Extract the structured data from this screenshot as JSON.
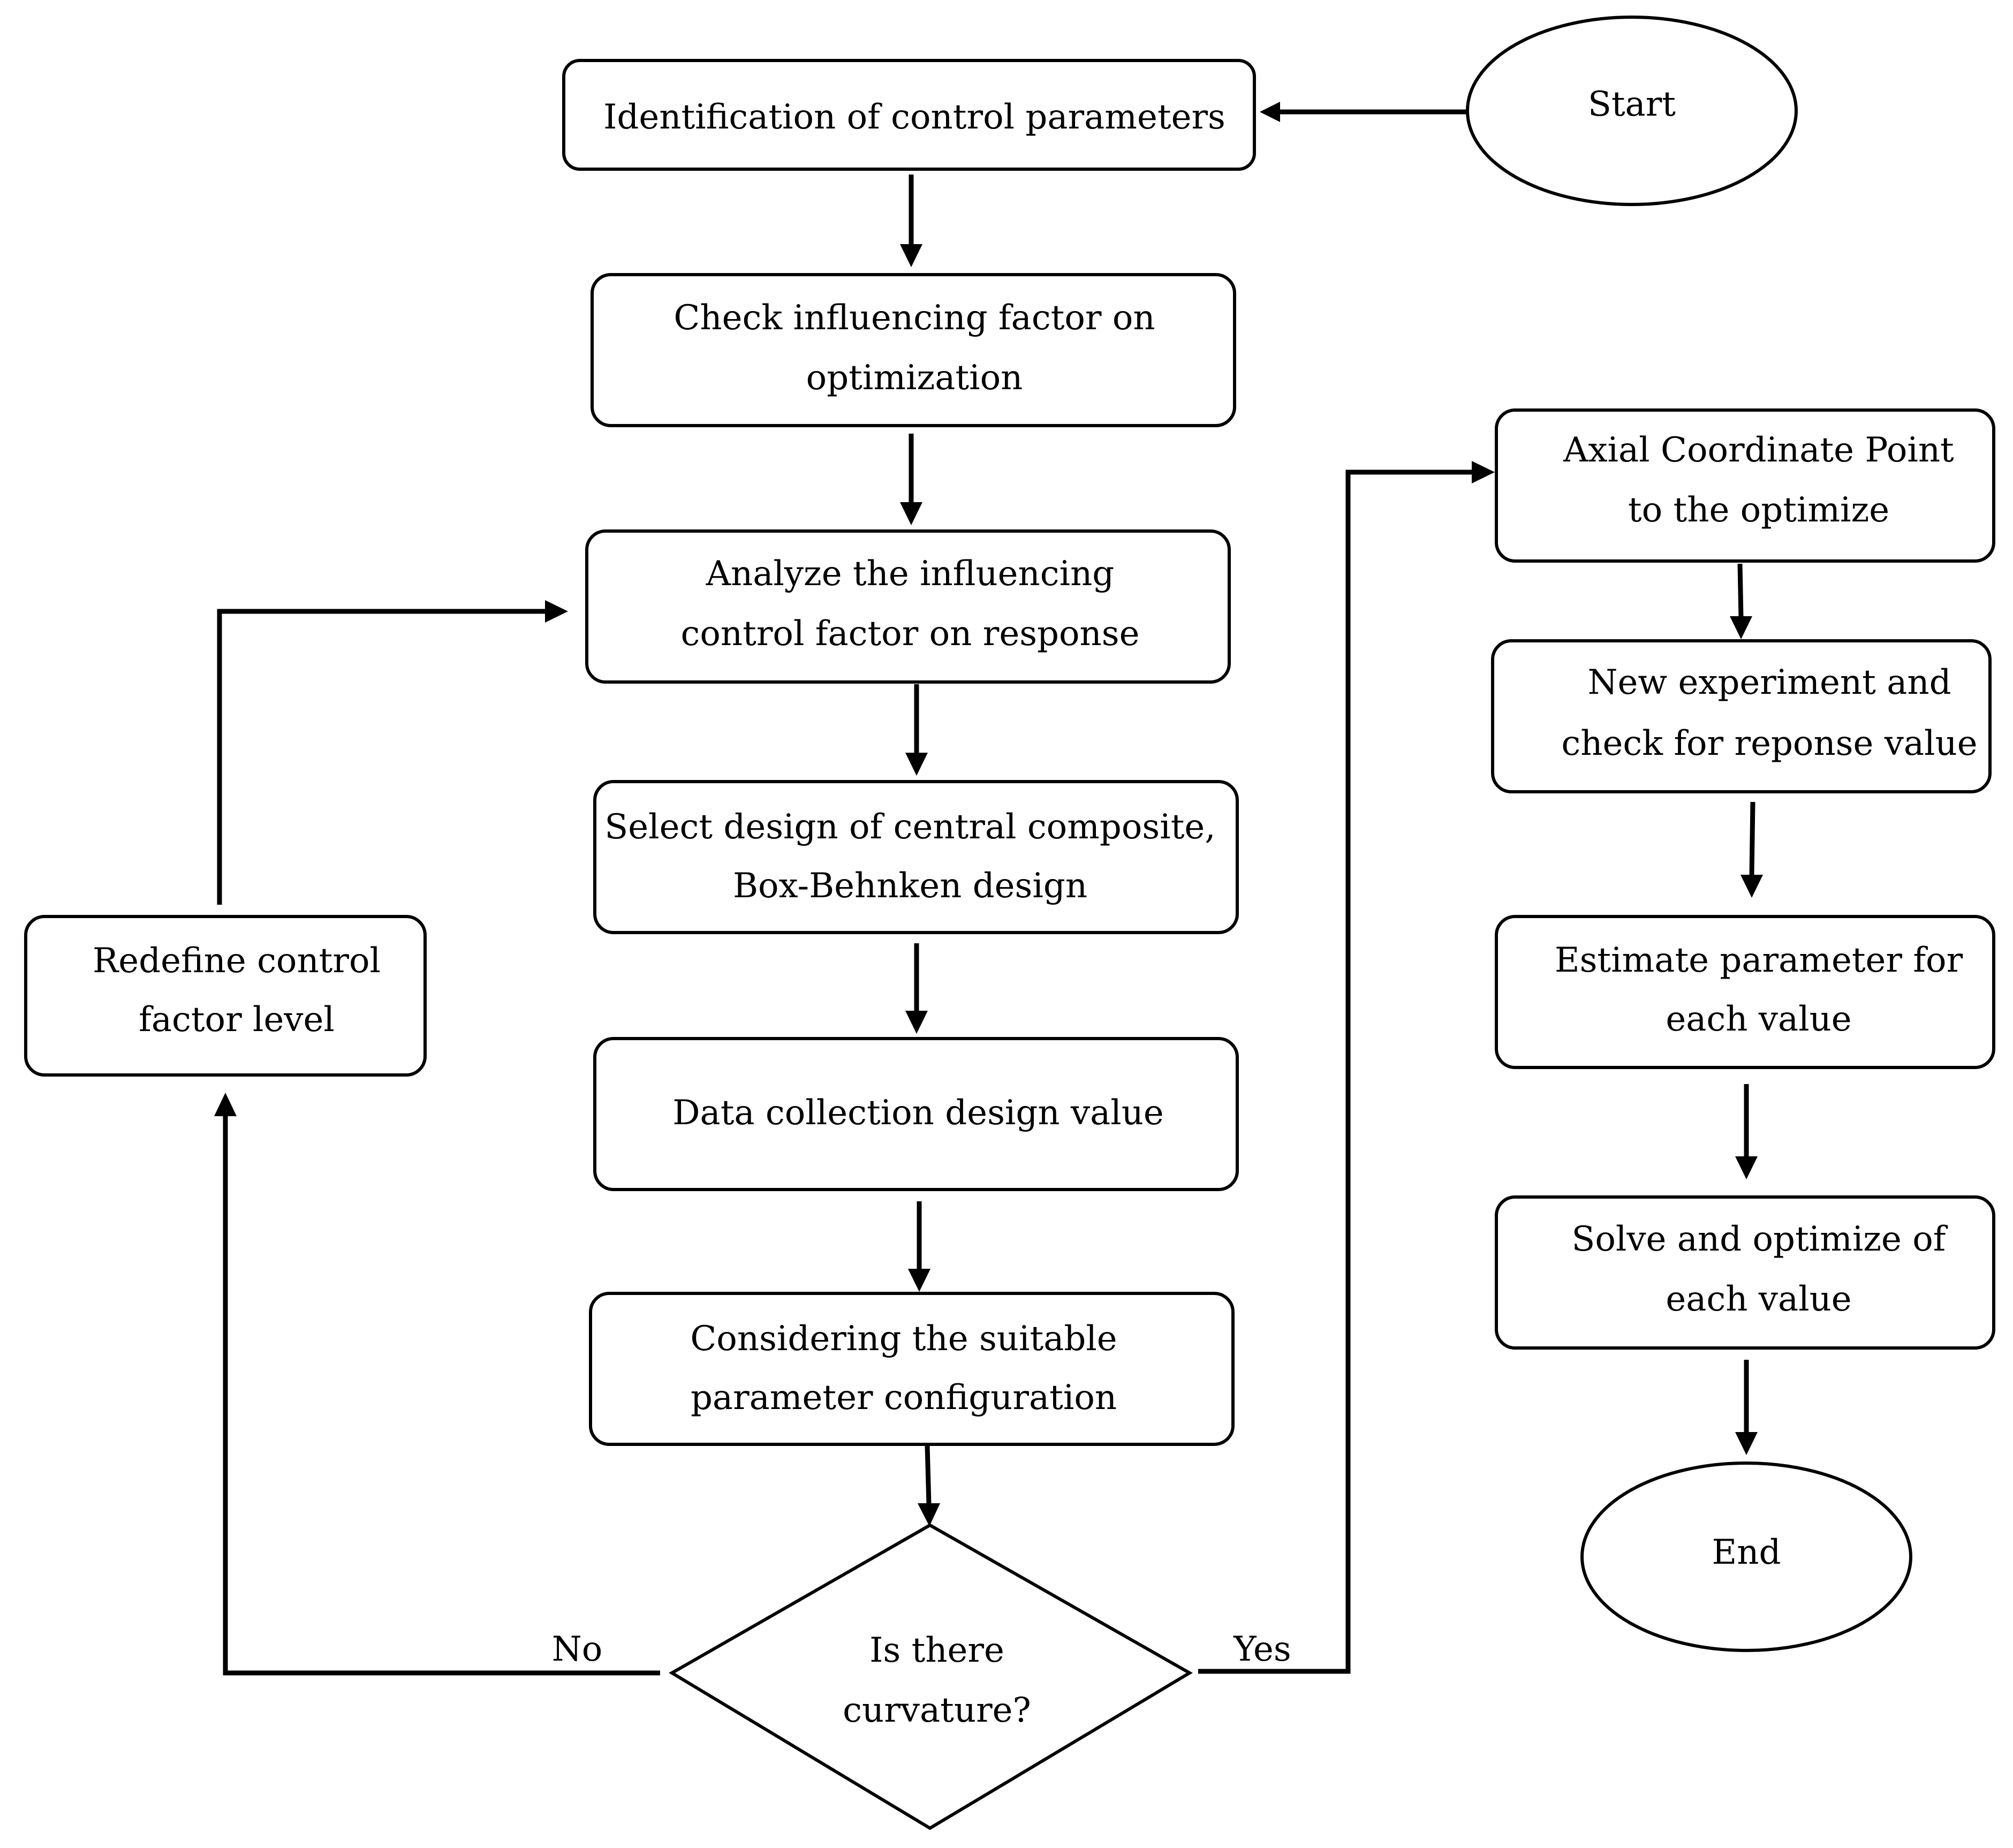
{
  "nodes": {
    "start": "Start",
    "identification": "Identification of control parameters",
    "check_line1": "Check influencing factor on",
    "check_line2": "optimization",
    "analyze_line1": "Analyze the influencing",
    "analyze_line2": "control factor on response",
    "select_line1": "Select design of central composite,",
    "select_line2": "Box-Behnken design",
    "data_collection": "Data collection design value",
    "considering_line1": "Considering the suitable",
    "considering_line2": "parameter configuration",
    "decision_line1": "Is there",
    "decision_line2": "curvature?",
    "redefine_line1": "Redefine control",
    "redefine_line2": "factor level",
    "axial_line1": "Axial Coordinate Point",
    "axial_line2": "to the optimize",
    "new_exp_line1": "New experiment and",
    "new_exp_line2": "check for reponse value",
    "estimate_line1": "Estimate parameter for",
    "estimate_line2": "each value",
    "solve_line1": "Solve and optimize of",
    "solve_line2": "each value",
    "end": "End"
  },
  "edge_labels": {
    "no": "No",
    "yes": "Yes"
  },
  "colors": {
    "stroke": "#000000",
    "fill": "#ffffff",
    "text": "#000000"
  }
}
